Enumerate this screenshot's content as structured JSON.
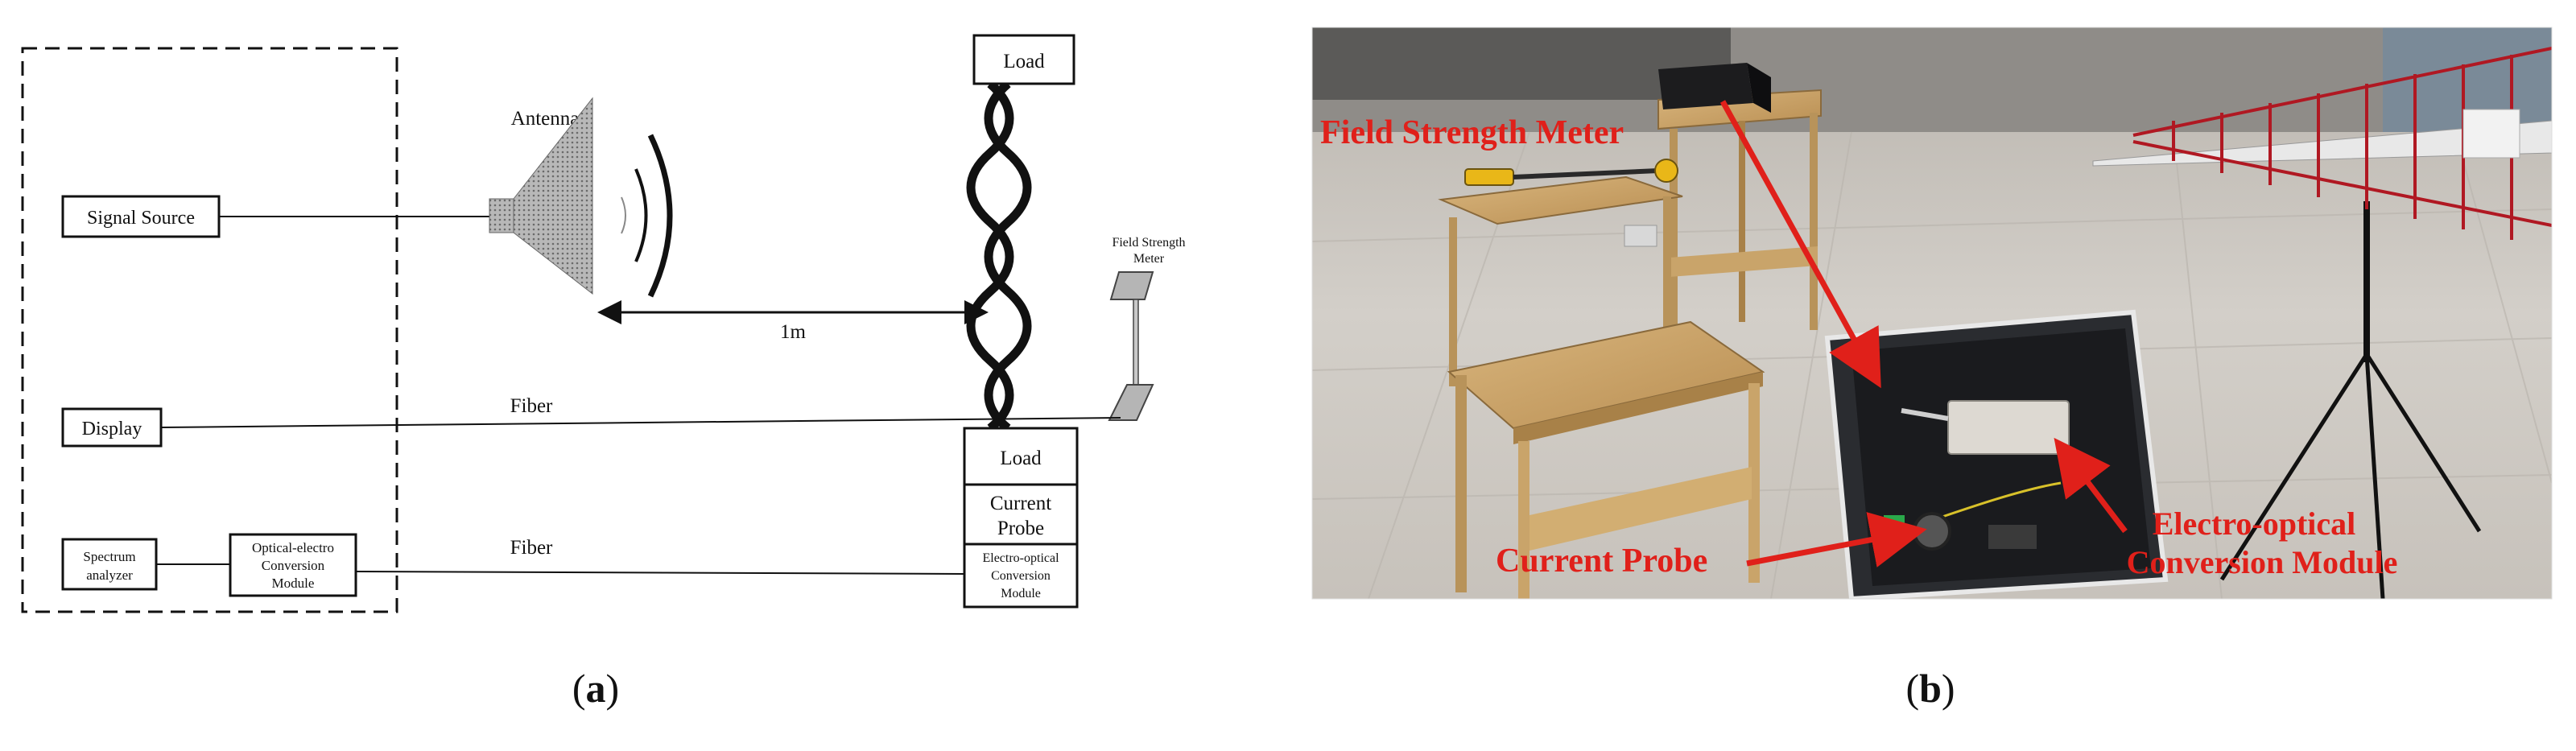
{
  "panel_a": {
    "caption": "(a)",
    "caption_letter": "a",
    "labels": {
      "antenna": "Antenna",
      "signal_source": "Signal Source",
      "display": "Display",
      "spectrum_analyzer_1": "Spectrum",
      "spectrum_analyzer_2": "analyzer",
      "oe_module_1": "Optical-electro",
      "oe_module_2": "Conversion",
      "oe_module_3": "Module",
      "load_top": "Load",
      "load_bottom": "Load",
      "current_probe_1": "Current",
      "current_probe_2": "Probe",
      "eo_module_1": "Electro-optical",
      "eo_module_2": "Conversion",
      "eo_module_3": "Module",
      "distance": "1m",
      "fiber_top": "Fiber",
      "fiber_bottom": "Fiber",
      "fsm_1": "Field Strength",
      "fsm_2": "Meter"
    }
  },
  "panel_b": {
    "caption": "(b)",
    "caption_letter": "b",
    "labels": {
      "field_strength_meter": "Field Strength Meter",
      "current_probe": "Current Probe",
      "eo_module_1": "Electro-optical",
      "eo_module_2": "Conversion Module"
    },
    "colors": {
      "annotation": "#e0201a",
      "floor": "#c9c4bd",
      "wood": "#c9a46a",
      "case": "#2a2c30"
    }
  }
}
